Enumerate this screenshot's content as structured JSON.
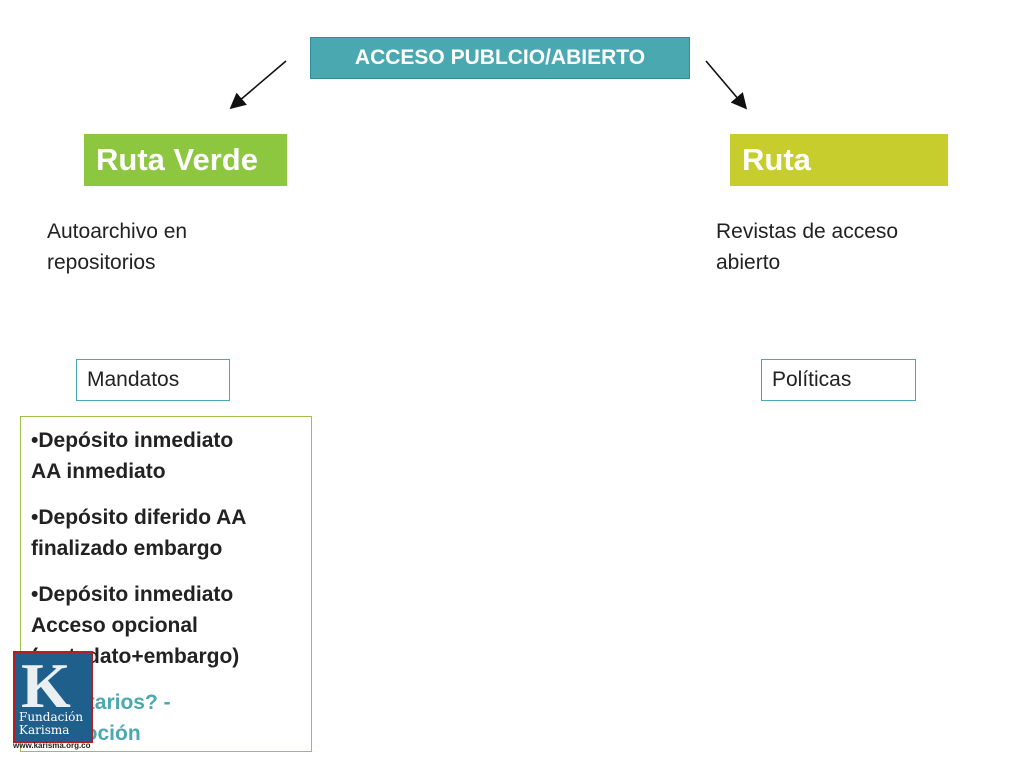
{
  "diagram": {
    "top_box": {
      "label": "ACCESO PUBLCIO/ABIERTO"
    },
    "left": {
      "route_label": "Ruta Verde",
      "route_color": "#8dc63f",
      "description_line1": "Autoarchivo en",
      "description_line2": "repositorios",
      "tag": "Mandatos",
      "items": [
        {
          "line1": "•Depósito inmediato",
          "line2": "AA inmediato",
          "line3": ""
        },
        {
          "line1": "•Depósito diferido AA",
          "line2": "finalizado embargo",
          "line3": ""
        },
        {
          "line1": "•Depósito inmediato",
          "line2": "Acceso opcional",
          "line3": "(metadato+embargo)"
        }
      ],
      "extra_line1": "Voluntarios? -",
      "extra_line2": "Promoción"
    },
    "right": {
      "route_label": "Ruta",
      "route_color": "#c8cd2e",
      "description_line1": "Revistas de acceso",
      "description_line2": "abierto",
      "tag": "Políticas"
    }
  },
  "logo": {
    "line1": "Fundación",
    "line2": "Karisma",
    "url": "www.karisma.org.co"
  }
}
